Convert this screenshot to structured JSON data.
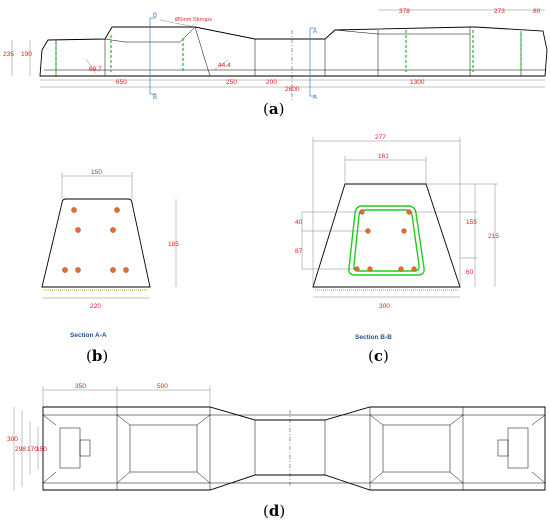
{
  "captions": {
    "a": "a",
    "b": "b",
    "c": "c",
    "d": "d"
  },
  "panel_a": {
    "height_labels": [
      "235",
      "190"
    ],
    "span_labels": [
      "650",
      "250",
      "200",
      "1300"
    ],
    "total_label": "2600",
    "top_labels": [
      "378",
      "273",
      "80"
    ],
    "angle_label": "69.7",
    "depth_label": "44.4",
    "stirrup_note": "Ø5mm Stirrups",
    "section_marks": {
      "b_top": "B",
      "b_bottom": "B",
      "a_top": "A",
      "a_bottom": "A"
    }
  },
  "section_aa": {
    "title": "Section A-A",
    "top_width": "150",
    "bottom_width": "220",
    "height": "185"
  },
  "section_bb": {
    "title": "Section  B-B",
    "overall_width": "277",
    "inner_width": "161",
    "bottom_width": "300",
    "left_dims": [
      "40",
      "87"
    ],
    "right_dims": [
      "155",
      "215",
      "60"
    ]
  },
  "panel_d": {
    "top_labels": [
      "350",
      "500"
    ],
    "left_labels": [
      "300",
      "298",
      "170",
      "150"
    ]
  }
}
